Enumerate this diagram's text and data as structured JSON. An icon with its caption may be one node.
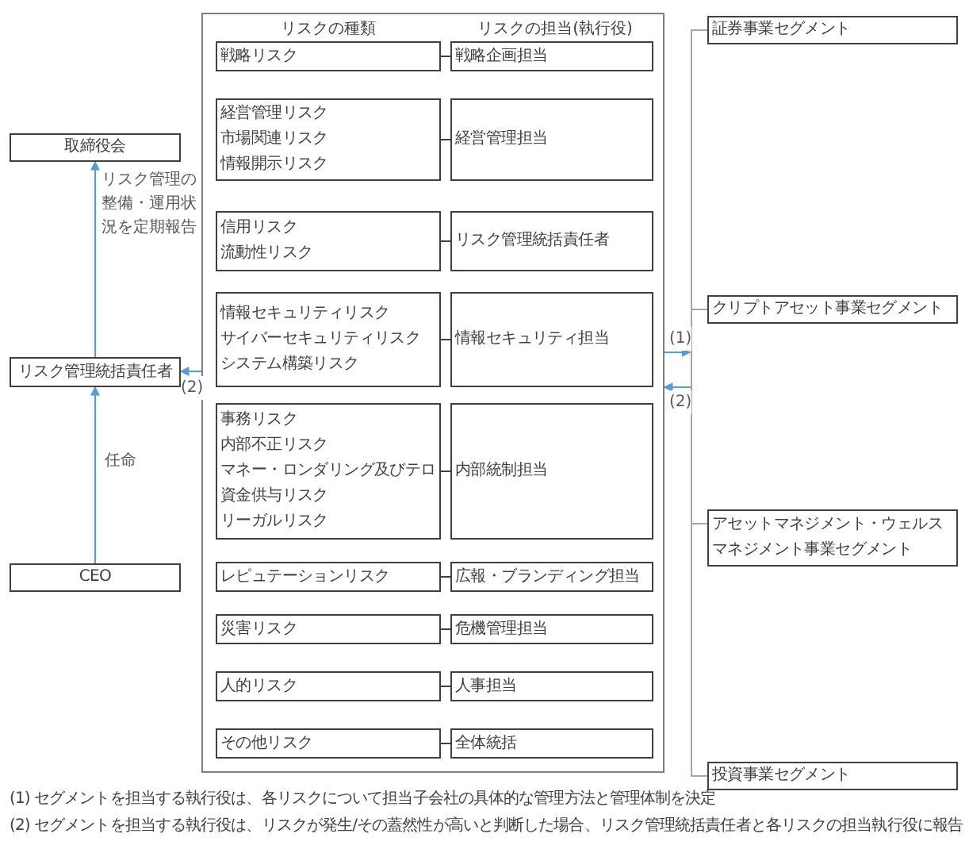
{
  "diagram": {
    "nodes": [
      {
        "text": [
          "リスクの種類",
          "リスクの担当(執行役)"
        ]
      },
      {
        "text": [
          "戦略リスク"
        ],
        "in": 0
      },
      {
        "text": [
          "戦略企画担当"
        ],
        "in": 0
      },
      {
        "text": [
          "経営管理リスク",
          "市場関連リスク",
          "情報開示リスク"
        ],
        "in": 0
      },
      {
        "text": [
          "経営管理担当"
        ],
        "in": 0
      },
      {
        "text": [
          "信用リスク",
          "流動性リスク"
        ],
        "in": 0
      },
      {
        "text": [
          "リスク管理統括責任者"
        ],
        "in": 0
      },
      {
        "text": [
          "情報セキュリティリスク",
          "サイバーセキュリティリスク",
          "システム構築リスク"
        ],
        "in": 0
      },
      {
        "text": [
          "情報セキュリティ担当"
        ],
        "in": 0
      },
      {
        "text": [
          "事務リスク",
          "内部不正リスク",
          "マネー・ロンダリング及びテロ資金供与リスク",
          "リーガルリスク"
        ],
        "in": 0
      },
      {
        "text": [
          "内部統制担当"
        ],
        "in": 0
      },
      {
        "text": [
          "レピュテーションリスク"
        ],
        "in": 0
      },
      {
        "text": [
          "広報・ブランディング担当"
        ],
        "in": 0
      },
      {
        "text": [
          "災害リスク"
        ],
        "in": 0
      },
      {
        "text": [
          "危機管理担当"
        ],
        "in": 0
      },
      {
        "text": [
          "人的リスク"
        ],
        "in": 0
      },
      {
        "text": [
          "人事担当"
        ],
        "in": 0
      },
      {
        "text": [
          "その他リスク"
        ],
        "in": 0
      },
      {
        "text": [
          "全体統括"
        ],
        "in": 0
      },
      {
        "text": [
          "取締役会"
        ]
      },
      {
        "text": [
          "リスク管理統括責任者"
        ]
      },
      {
        "text": [
          "CEO"
        ]
      },
      {
        "text": [
          "証券事業セグメント"
        ]
      },
      {
        "text": [
          "クリプトアセット事業セグメント"
        ]
      },
      {
        "text": [
          "アセットマネジメント・ウェルスマネジメント事業セグメント"
        ]
      },
      {
        "text": [
          "投資事業セグメント"
        ]
      }
    ],
    "edges": [
      {
        "from": 1,
        "to": 2,
        "arrow": "none"
      },
      {
        "from": 3,
        "to": 4,
        "arrow": "none"
      },
      {
        "from": 5,
        "to": 6,
        "arrow": "none"
      },
      {
        "from": 7,
        "to": 8,
        "arrow": "none"
      },
      {
        "from": 9,
        "to": 10,
        "arrow": "none"
      },
      {
        "from": 11,
        "to": 12,
        "arrow": "none"
      },
      {
        "from": 13,
        "to": 14,
        "arrow": "none"
      },
      {
        "from": 15,
        "to": 16,
        "arrow": "none"
      },
      {
        "from": 17,
        "to": 18,
        "arrow": "none"
      },
      {
        "from": 0,
        "to": 20,
        "arrow": "to",
        "label": "(2)",
        "color": "#5b9bd5"
      },
      {
        "from": 21,
        "to": 20,
        "arrow": "to",
        "label": "任命",
        "color": "#5b9bd5"
      },
      {
        "from": 20,
        "to": 19,
        "arrow": "to",
        "label": "リスク管理の整備・運用状況を定期報告",
        "color": "#5b9bd5"
      },
      {
        "from": 0,
        "to": null,
        "arrow": "to",
        "label": "(1)",
        "color": "#5b9bd5"
      },
      {
        "from": null,
        "to": 0,
        "arrow": "to",
        "label": "(2)",
        "color": "#5b9bd5"
      },
      {
        "from": 22,
        "to": 23,
        "arrow": "none",
        "color": "#a6a6a6"
      },
      {
        "from": 23,
        "to": 24,
        "arrow": "none",
        "color": "#a6a6a6"
      },
      {
        "from": 24,
        "to": 25,
        "arrow": "none",
        "color": "#a6a6a6"
      }
    ],
    "labels": [
      "(1) セグメントを担当する執行役は、各リスクについて担当子会社の具体的な管理方法と管理体制を決定",
      "(2) セグメントを担当する執行役は、リスクが発生/その蓋然性が高いと判断した場合、リスク管理統括責任者と各リスクの担当執行役に報告"
    ]
  }
}
